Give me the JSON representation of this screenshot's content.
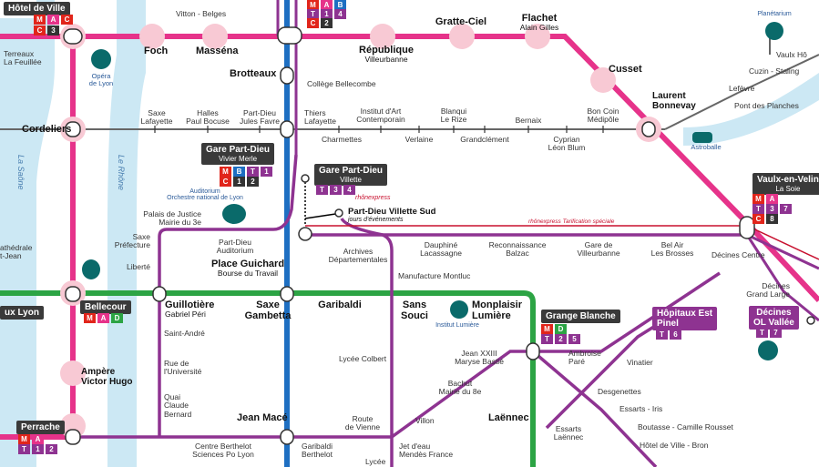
{
  "colors": {
    "metro_a": "#e6338a",
    "metro_b": "#1e6fc2",
    "metro_c": "#e1251b",
    "metro_d": "#2ca444",
    "tram": "#8e3391",
    "rail": "#666666",
    "special": "#c8102e",
    "river": "#cce8f4"
  },
  "rivers": {
    "saone": "La Saône",
    "rhone": "Le Rhône"
  },
  "stations": {
    "hotel_de_ville": "Hôtel de Ville",
    "hotel_de_ville_lines": [
      "M",
      "A",
      "C",
      "C",
      "3"
    ],
    "vitton": "Vitton - Belges",
    "terreaux": "Terreaux\nLa Feuillée",
    "opera": "Opéra\nde Lyon",
    "foch": "Foch",
    "massena": "Masséna",
    "brotteaux": "Brotteaux",
    "college": "Collège Bellecombe",
    "top_lines": [
      "M",
      "A",
      "B",
      "T",
      "1",
      "4",
      "C",
      "2"
    ],
    "republique": "République",
    "republique_sub": "Villeurbanne",
    "gratte_ciel": "Gratte-Ciel",
    "flachet": "Flachet",
    "flachet_sub": "Alain Gilles",
    "cusset": "Cusset",
    "planetarium": "Planétarium",
    "vaulx_hotel": "Vaulx Hô",
    "cuzin": "Cuzin - Staling",
    "lefevre": "Lefèvre",
    "pont_planches": "Pont des Planches",
    "laurent_bonnevay": "Laurent\nBonnevay",
    "astroballe": "Astroballe",
    "cordeliers": "Cordeliers",
    "saxe_lafayette": "Saxe\nLafayette",
    "halles": "Halles\nPaul Bocuse",
    "part_dieu_jf": "Part-Dieu\nJules Favre",
    "thiers": "Thiers\nLafayette",
    "charmettes": "Charmettes",
    "institut_art": "Institut d'Art\nContemporain",
    "verlaine": "Verlaine",
    "blanqui": "Blanqui\nLe Rize",
    "grandclement": "Grandclément",
    "bernaix": "Bernaix",
    "cyprian": "Cyprian\nLéon Blum",
    "bon_coin": "Bon Coin\nMédipôle",
    "gare_pd_vm": "Gare Part-Dieu",
    "gare_pd_vm_sub": "Vivier Merle",
    "gare_pd_vm_lines": [
      "M",
      "B",
      "T",
      "1",
      "C",
      "1",
      "2"
    ],
    "auditorium": "Auditorium\nOrchestre national de Lyon",
    "gare_pd_villette": "Gare Part-Dieu",
    "gare_pd_villette_sub": "Villette",
    "gare_pd_villette_lines": [
      "T",
      "3",
      "4"
    ],
    "rhonexpress": "rhônexpress",
    "pd_villette_sud": "Part-Dieu Villette Sud",
    "pd_villette_sud_sub": "jours d'événements",
    "rhonexpress_tarif": "rhônexpress Tarification spéciale",
    "palais_justice": "Palais de Justice\nMairie du 3e",
    "saxe_prefecture": "Saxe\nPréfecture",
    "part_dieu_aud": "Part-Dieu\nAuditorium",
    "archives": "Archives\nDépartementales",
    "dauphine": "Dauphiné\nLacassagne",
    "reconnaissance": "Reconnaissance\nBalzac",
    "gare_villeurbanne": "Gare de\nVilleurbanne",
    "bel_air": "Bel Air\nLes Brosses",
    "vaulx_en_velin": "Vaulx-en-Velin",
    "vaulx_en_velin_sub": "La Soie",
    "vaulx_lines": [
      "M",
      "A",
      "T",
      "3",
      "7",
      "C",
      "8"
    ],
    "decines_centre": "Décines Centre",
    "decines_grand_large": "Décines\nGrand Large",
    "decines_ol": "Décines\nOL Vallée",
    "liberte": "Liberté",
    "place_guichard": "Place Guichard",
    "place_guichard_sub": "Bourse du Travail",
    "manufacture": "Manufacture Montluc",
    "bellecour": "Bellecour",
    "bellecour_lines": [
      "M",
      "A",
      "D"
    ],
    "guillotiere": "Guillotière",
    "guillotiere_sub": "Gabriel Péri",
    "saxe_gambetta": "Saxe\nGambetta",
    "garibaldi": "Garibaldi",
    "sans_souci": "Sans\nSouci",
    "monplaisir": "Monplaisir\nLumière",
    "institut_lumiere": "Institut Lumière",
    "grange_blanche": "Grange Blanche",
    "grange_lines": [
      "M",
      "D",
      "T",
      "2",
      "5"
    ],
    "hopitaux_est": "Hôpitaux Est\nPinel",
    "hopitaux_lines": [
      "T",
      "6"
    ],
    "decines_ol_lines": [
      "T",
      "7"
    ],
    "vieux_lyon": "ux Lyon",
    "saint_andre": "Saint-André",
    "rue_universite": "Rue de\nl'Université",
    "lycee_colbert": "Lycée Colbert",
    "jean_xxiii": "Jean XXIII\nMaryse Bastié",
    "ambroise_pare": "Ambroise\nParé",
    "vinatier": "Vinatier",
    "desgenettes": "Desgenettes",
    "essarts_iris": "Essarts - Iris",
    "ampere": "Ampère\nVictor Hugo",
    "quai_claude_bernard": "Quai\nClaude\nBernard",
    "bachut": "Bachut\nMairie du 8e",
    "essarts_laennec": "Essarts\nLaënnec",
    "boutasse": "Boutasse - Camille Rousset",
    "perrache": "Perrache",
    "perrache_lines": [
      "M",
      "A",
      "T",
      "1",
      "2"
    ],
    "jean_mace": "Jean Macé",
    "route_vienne": "Route\nde Vienne",
    "villon": "Villon",
    "laennec": "Laënnec",
    "hotel_ville_bron": "Hôtel de Ville - Bron",
    "centre_berthelot": "Centre Berthelot\nSciences Po Lyon",
    "garibaldi_berthelot": "Garibaldi\nBerthelot",
    "jet_deau": "Jet d'eau\nMendès France",
    "lycee": "Lycée",
    "cathedrale": "athédrale\nt-Jean",
    "line_labels": {
      "ma": "M A",
      "mb": "M B",
      "md": "M D",
      "c3": "C 3",
      "t1": "T 1",
      "t2": "T 2",
      "t3": "T 3",
      "t4": "T 4",
      "t5": "T 5",
      "t6": "T 6",
      "t7": "T 7",
      "c8": "C 8",
      "c1": "C 1",
      "c2": "C 2"
    }
  }
}
